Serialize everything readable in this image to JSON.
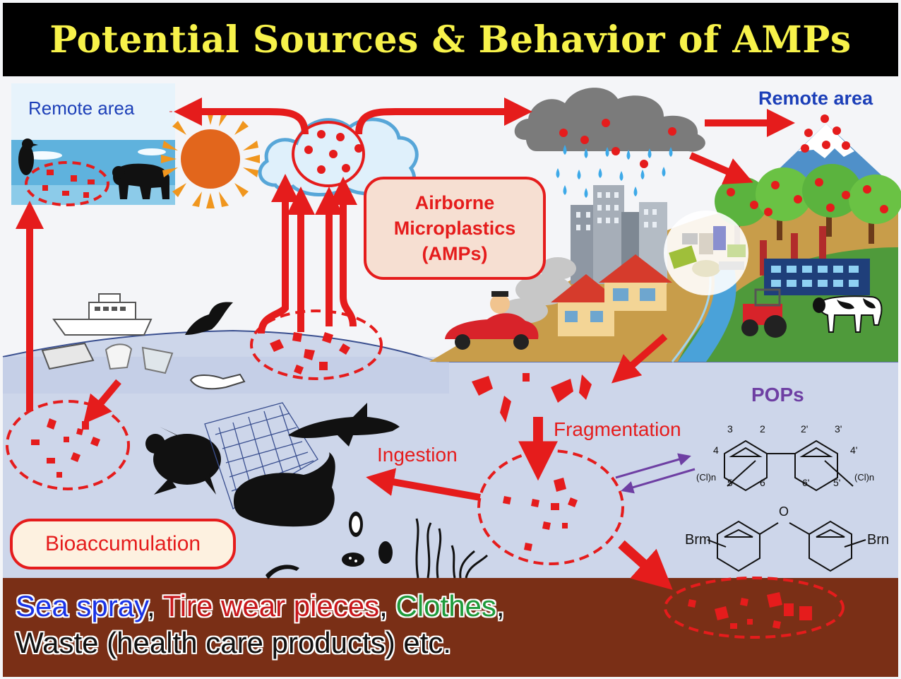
{
  "title": "Potential Sources & Behavior of AMPs",
  "labels": {
    "remote_area_left": "Remote area",
    "remote_area_right": "Remote area",
    "amps_line1": "Airborne",
    "amps_line2": "Microplastics",
    "amps_line3": "(AMPs)",
    "fragmentation": "Fragmentation",
    "ingestion": "Ingestion",
    "pops": "POPs",
    "bioaccumulation": "Bioaccumulation"
  },
  "chemistry": {
    "pcb_positions": [
      "3",
      "2",
      "2'",
      "3'",
      "4",
      "4'",
      "5",
      "6",
      "6'",
      "5'"
    ],
    "pcb_substituent": "(Cl)n",
    "pbde_left": "Brm",
    "pbde_right": "Brn",
    "pbde_bridge": "O"
  },
  "sources": {
    "sea_spray": "Sea spray",
    "tire_wear": "Tire wear pieces",
    "clothes": "Clothes",
    "waste": "Waste (health care products) etc."
  },
  "colors": {
    "title_text": "#f7f24a",
    "arrow_red": "#e51c1c",
    "sea": "#cdd6ea",
    "sediment": "#7a2f16",
    "pops_purple": "#6e3fa3",
    "blue_text": "#1c3fb8"
  },
  "icons": [
    "sun-icon",
    "cloud-icon",
    "rain-cloud-icon",
    "mountain-icon",
    "trees-icon",
    "city-icon",
    "house-icon",
    "factory-icon",
    "tractor-icon",
    "cow-icon",
    "car-icon",
    "ship-icon",
    "bird-icon",
    "penguin-icon",
    "polar-bear-icon",
    "turtle-icon",
    "shark-icon",
    "whale-icon",
    "fishing-net-icon",
    "plankton-icon",
    "seaweed-icon",
    "worm-icon",
    "plastic-waste-icon"
  ]
}
